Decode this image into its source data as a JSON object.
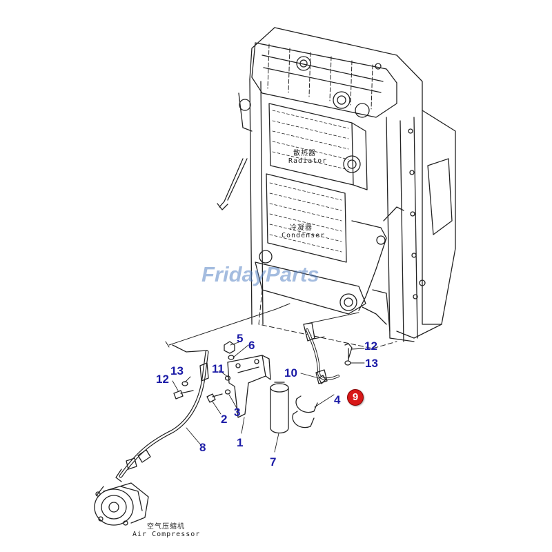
{
  "watermark": "FridayParts",
  "labels": {
    "radiator_cn": "散热器",
    "radiator_en": "Radiator",
    "condenser_cn": "冷凝器",
    "condenser_en": "Condenser",
    "compressor_cn": "空气压缩机",
    "compressor_en": "Air Compressor"
  },
  "callouts": [
    {
      "id": "c5",
      "text": "5"
    },
    {
      "id": "c6",
      "text": "6"
    },
    {
      "id": "c12a",
      "text": "12"
    },
    {
      "id": "c13a",
      "text": "13"
    },
    {
      "id": "c11",
      "text": "11"
    },
    {
      "id": "c13b",
      "text": "13"
    },
    {
      "id": "c12b",
      "text": "12"
    },
    {
      "id": "c10",
      "text": "10"
    },
    {
      "id": "c9",
      "text": "9"
    },
    {
      "id": "c4",
      "text": "4"
    },
    {
      "id": "c2",
      "text": "2"
    },
    {
      "id": "c3",
      "text": "3"
    },
    {
      "id": "c1",
      "text": "1"
    },
    {
      "id": "c7",
      "text": "7"
    },
    {
      "id": "c8",
      "text": "8"
    }
  ],
  "colors": {
    "callout": "#1a1aa6",
    "highlight": "#d81818",
    "line": "#222222",
    "watermark": "#5b86c6"
  }
}
